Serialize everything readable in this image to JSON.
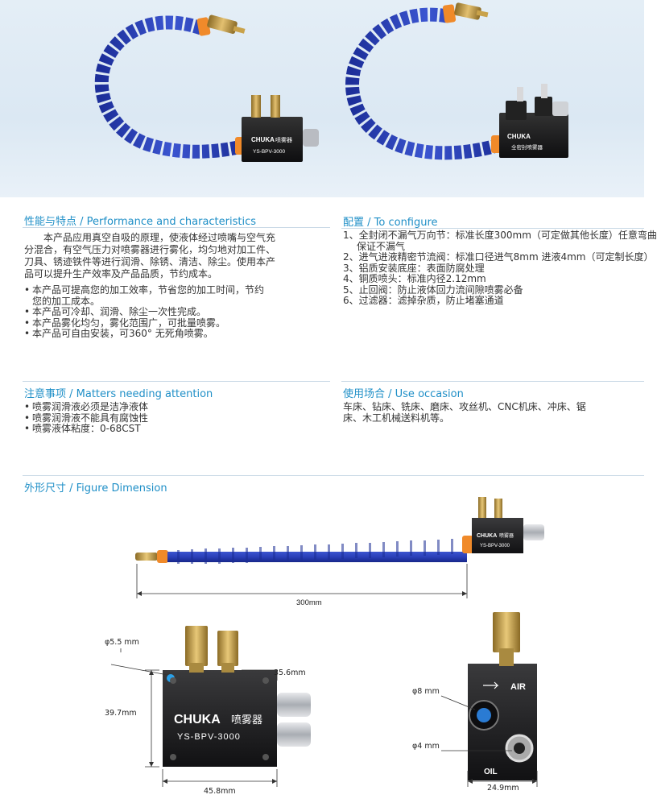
{
  "hero": {
    "product_left": {
      "brand": "CHUKA",
      "name": "喷雾器",
      "model": "YS-BPV-3000"
    },
    "product_right": {
      "brand": "CHUKA",
      "name": "全密封喷雾器"
    }
  },
  "performance": {
    "title": "性能与特点 / Performance and characteristics",
    "intro": [
      "本产品应用真空自吸的原理，使液体经过喷嘴与空气充",
      "分混合，有空气压力对喷雾器进行雾化，均匀地对加工件、",
      "刀具、锈迹铁件等进行润滑、除锈、清洁、除尘。使用本产",
      "品可以提升生产效率及产品品质，节约成本。"
    ],
    "bullets": [
      "本产品可提高您的加工效率，节省您的加工时间，节约",
      "您的加工成本。",
      "本产品可冷却、润滑、除尘一次性完成。",
      "本产品雾化均匀，雾化范围广，可批量喷雾。",
      "本产品可自由安装，可360° 无死角喷雾。"
    ]
  },
  "configure": {
    "title": "配置 / To configure",
    "items": [
      "1、全封闭不漏气万向节：标准长度300mm（可定做其他长度）任意弯曲",
      "保证不漏气",
      "2、进气进液精密节流阀：标准口径进气8mm 进液4mm（可定制长度）",
      "3、铝质安装底座：表面防腐处理",
      "4、铜质喷头：标准内径2.12mm",
      "5、止回阀：防止液体回力流间隙喷雾必备",
      "6、过滤器：滤掉杂质，防止堵塞通道"
    ]
  },
  "attention": {
    "title": "注意事项 / Matters needing attention",
    "items": [
      "喷雾润滑液必须是洁净液体",
      "喷雾润滑液不能具有腐蚀性",
      "喷雾液体粘度：0-68CST"
    ]
  },
  "occasion": {
    "title": "使用场合 / Use occasion",
    "lines": [
      "车床、钻床、铣床、磨床、攻丝机、CNC机床、冲床、锯",
      "床、木工机械送料机等。"
    ]
  },
  "figure": {
    "title": "外形尺寸 / Figure Dimension",
    "length_label": "300mm",
    "front": {
      "hole": "φ5.5 mm",
      "height": "39.7mm",
      "side": "35.6mm",
      "width": "45.8mm",
      "brand": "CHUKA",
      "name": "喷雾器",
      "model": "YS-BPV-3000"
    },
    "side": {
      "air_port": "φ8 mm",
      "oil_port": "φ4  mm",
      "width": "24.9mm",
      "air": "AIR",
      "oil": "OIL"
    }
  },
  "colors": {
    "accent": "#1f8fc7",
    "hose": "#2b40b5",
    "orange": "#f08a2a",
    "brass": "#c9a24a",
    "block": "#1b1b1d"
  }
}
